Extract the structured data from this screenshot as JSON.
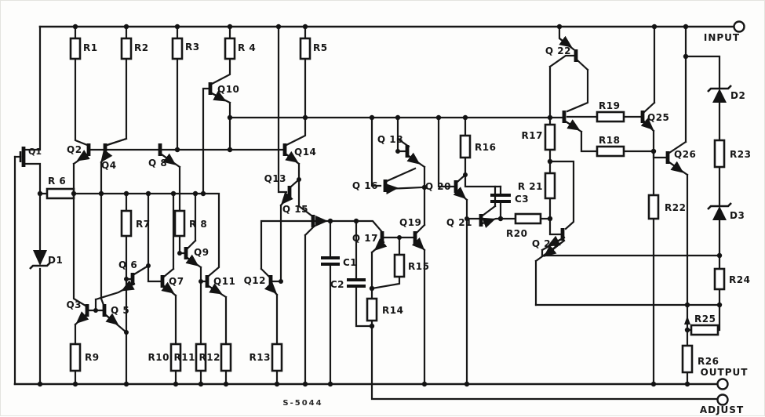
{
  "meta": {
    "part_number": "S-5044"
  },
  "terminals": {
    "input": "INPUT",
    "output": "OUTPUT",
    "adjust": "ADJUST"
  },
  "transistors": {
    "q1": "Q1",
    "q2": "Q2",
    "q3": "Q3",
    "q4": "Q4",
    "q5": "Q 5",
    "q6": "Q 6",
    "q7": "Q7",
    "q8": "Q 8",
    "q9": "Q9",
    "q10": "Q10",
    "q11": "Q11",
    "q12": "Q12",
    "q13": "Q13",
    "q14": "Q14",
    "q15": "Q 15",
    "q16": "Q 16",
    "q17": "Q 17",
    "q18": "Q 18",
    "q19": "Q19",
    "q20": "Q 20",
    "q21": "Q 21",
    "q22": "Q 22",
    "q24": "Q 24",
    "q25": "Q25",
    "q26": "Q26"
  },
  "resistors": {
    "r1": "R1",
    "r2": "R2",
    "r3": "R3",
    "r4": "R 4",
    "r5": "R5",
    "r6": "R 6",
    "r7": "R7",
    "r8": "R 8",
    "r9": "R9",
    "r10": "R10",
    "r11": "R11",
    "r12": "R12",
    "r13": "R13",
    "r14": "R14",
    "r15": "R15",
    "r16": "R16",
    "r17": "R17",
    "r18": "R18",
    "r19": "R19",
    "r20": "R20",
    "r21": "R 21",
    "r22": "R22",
    "r23": "R23",
    "r24": "R24",
    "r25": "R25",
    "r26": "R26"
  },
  "capacitors": {
    "c1": "C1",
    "c2": "C2",
    "c3": "C3"
  },
  "diodes": {
    "d1": "D1",
    "d2": "D2",
    "d3": "D3"
  },
  "colors": {
    "ink": "#171717",
    "paper": "#fdfdfc"
  }
}
